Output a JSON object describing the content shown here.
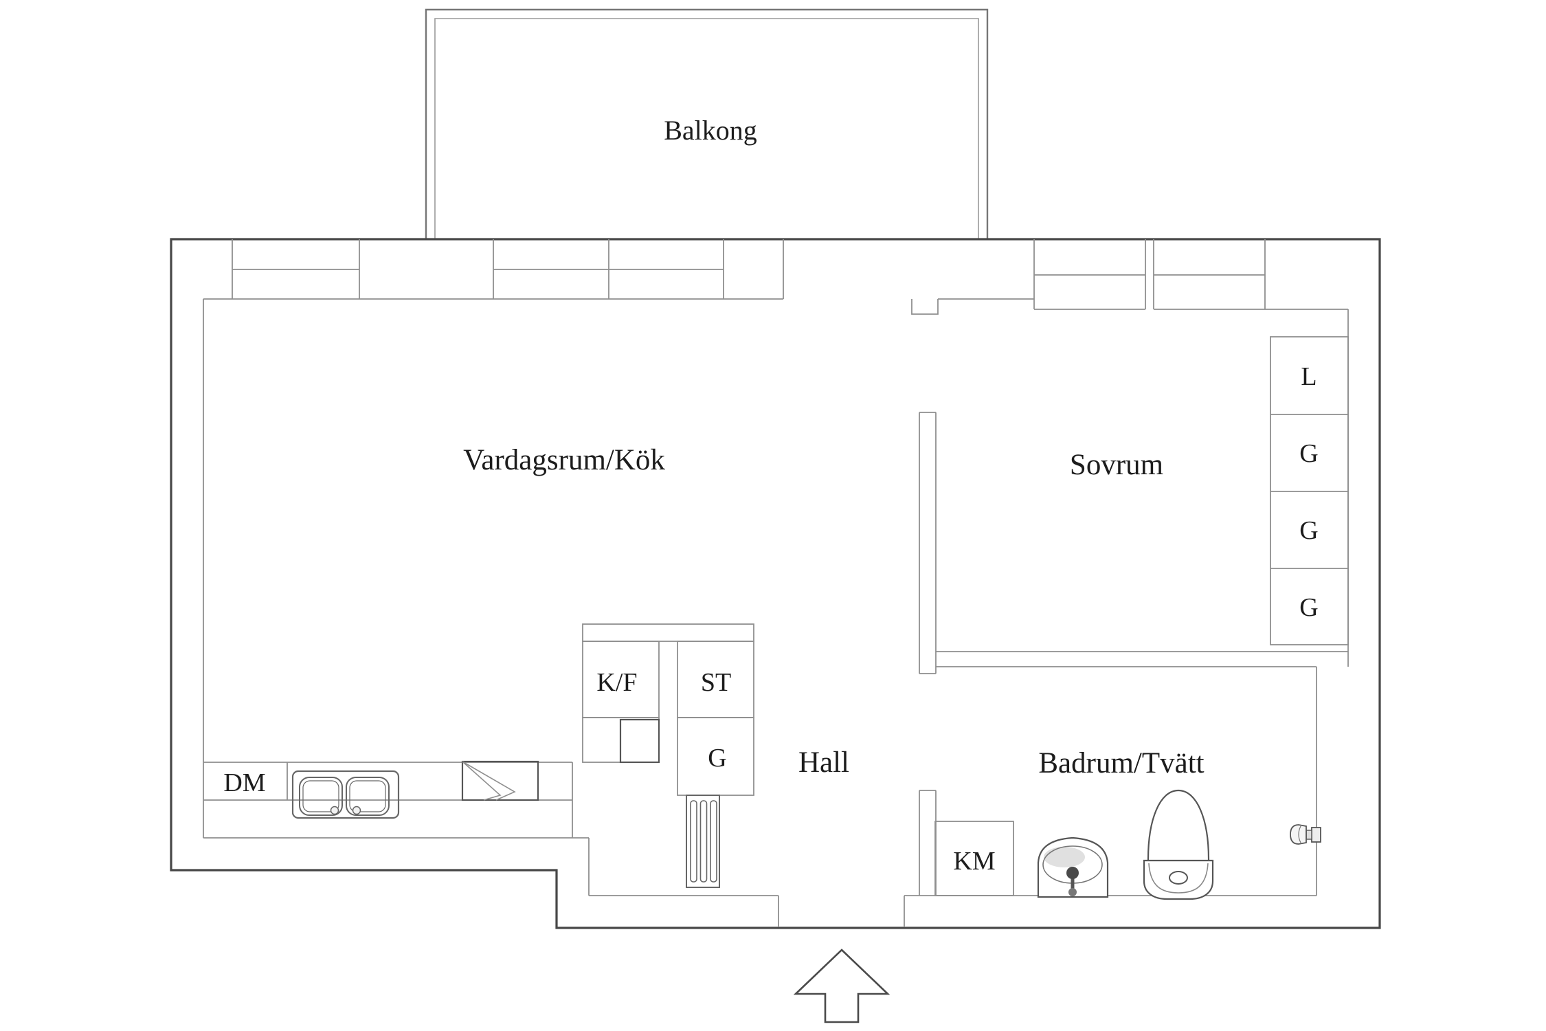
{
  "plan": {
    "rooms": {
      "balcony": "Balkong",
      "living_kitchen": "Vardagsrum/Kök",
      "bedroom": "Sovrum",
      "hall": "Hall",
      "bathroom": "Badrum/Tvätt"
    },
    "fixtures": {
      "dishwasher": "DM",
      "fridge_freezer": "K/F",
      "tall_cabinet": "ST",
      "cabinet": "G",
      "washing_machine": "KM"
    },
    "closets": [
      "L",
      "G",
      "G",
      "G"
    ],
    "icons": {
      "entry_arrow": "entry-direction-arrow",
      "radiator": "radiator",
      "kitchen_sink": "double-basin-sink",
      "stove": "stove-symbol",
      "bathroom_sink": "washbasin",
      "toilet": "toilet",
      "wall_tap": "shower-tap"
    },
    "colors": {
      "background": "#ffffff",
      "exterior_wall": "#4a4a4a",
      "interior_line": "#8f8f8f",
      "fixture_line": "#5a5a5a",
      "text": "#1c1c1c"
    }
  }
}
